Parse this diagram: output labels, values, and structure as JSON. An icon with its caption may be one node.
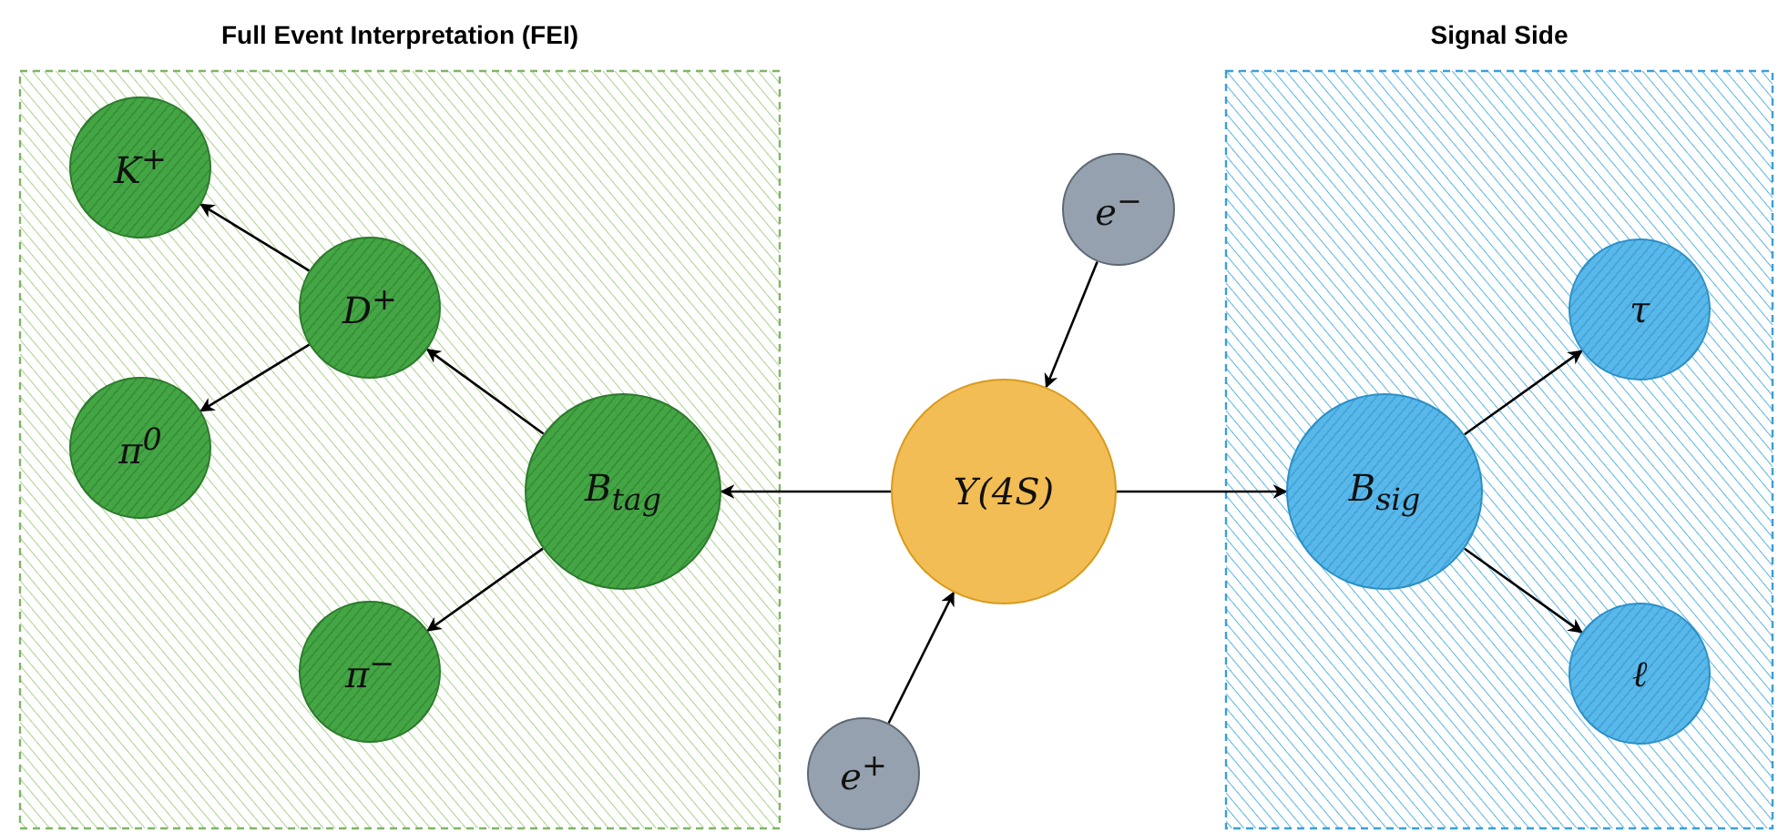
{
  "diagram": {
    "nodes": [
      {
        "text": [
          "Full Event Interpretation (FEI)"
        ]
      },
      {
        "text": [
          "K$^{+}$"
        ],
        "in": 0
      },
      {
        "text": [
          "D$^{+}$"
        ],
        "in": 0
      },
      {
        "text": [
          "π$^{0}$"
        ],
        "in": 0
      },
      {
        "text": [
          "B$_{tag}$"
        ],
        "in": 0
      },
      {
        "text": [
          "π$^{−}$"
        ],
        "in": 0
      },
      {
        "text": [
          "Signal Side"
        ]
      },
      {
        "text": [
          "e$^{−}$"
        ]
      },
      {
        "text": [
          "Υ(4S)"
        ]
      },
      {
        "text": [
          "B$_{sig}$"
        ],
        "in": 6
      },
      {
        "text": [
          "τ"
        ],
        "in": 6
      },
      {
        "text": [
          "ℓ"
        ],
        "in": 6
      },
      {
        "text": [
          "e$^{+}$"
        ]
      }
    ],
    "edges": [
      {
        "from": 8,
        "to": 4,
        "arrow": "to"
      },
      {
        "from": 4,
        "to": 2,
        "arrow": "to"
      },
      {
        "from": 2,
        "to": 1,
        "arrow": "to"
      },
      {
        "from": 2,
        "to": 3,
        "arrow": "to"
      },
      {
        "from": 4,
        "to": 5,
        "arrow": "to"
      },
      {
        "from": 7,
        "to": 8,
        "arrow": "to"
      },
      {
        "from": 12,
        "to": 8,
        "arrow": "to"
      },
      {
        "from": 8,
        "to": 9,
        "arrow": "to"
      },
      {
        "from": 9,
        "to": 10,
        "arrow": "to"
      },
      {
        "from": 9,
        "to": 11,
        "arrow": "to"
      }
    ]
  }
}
